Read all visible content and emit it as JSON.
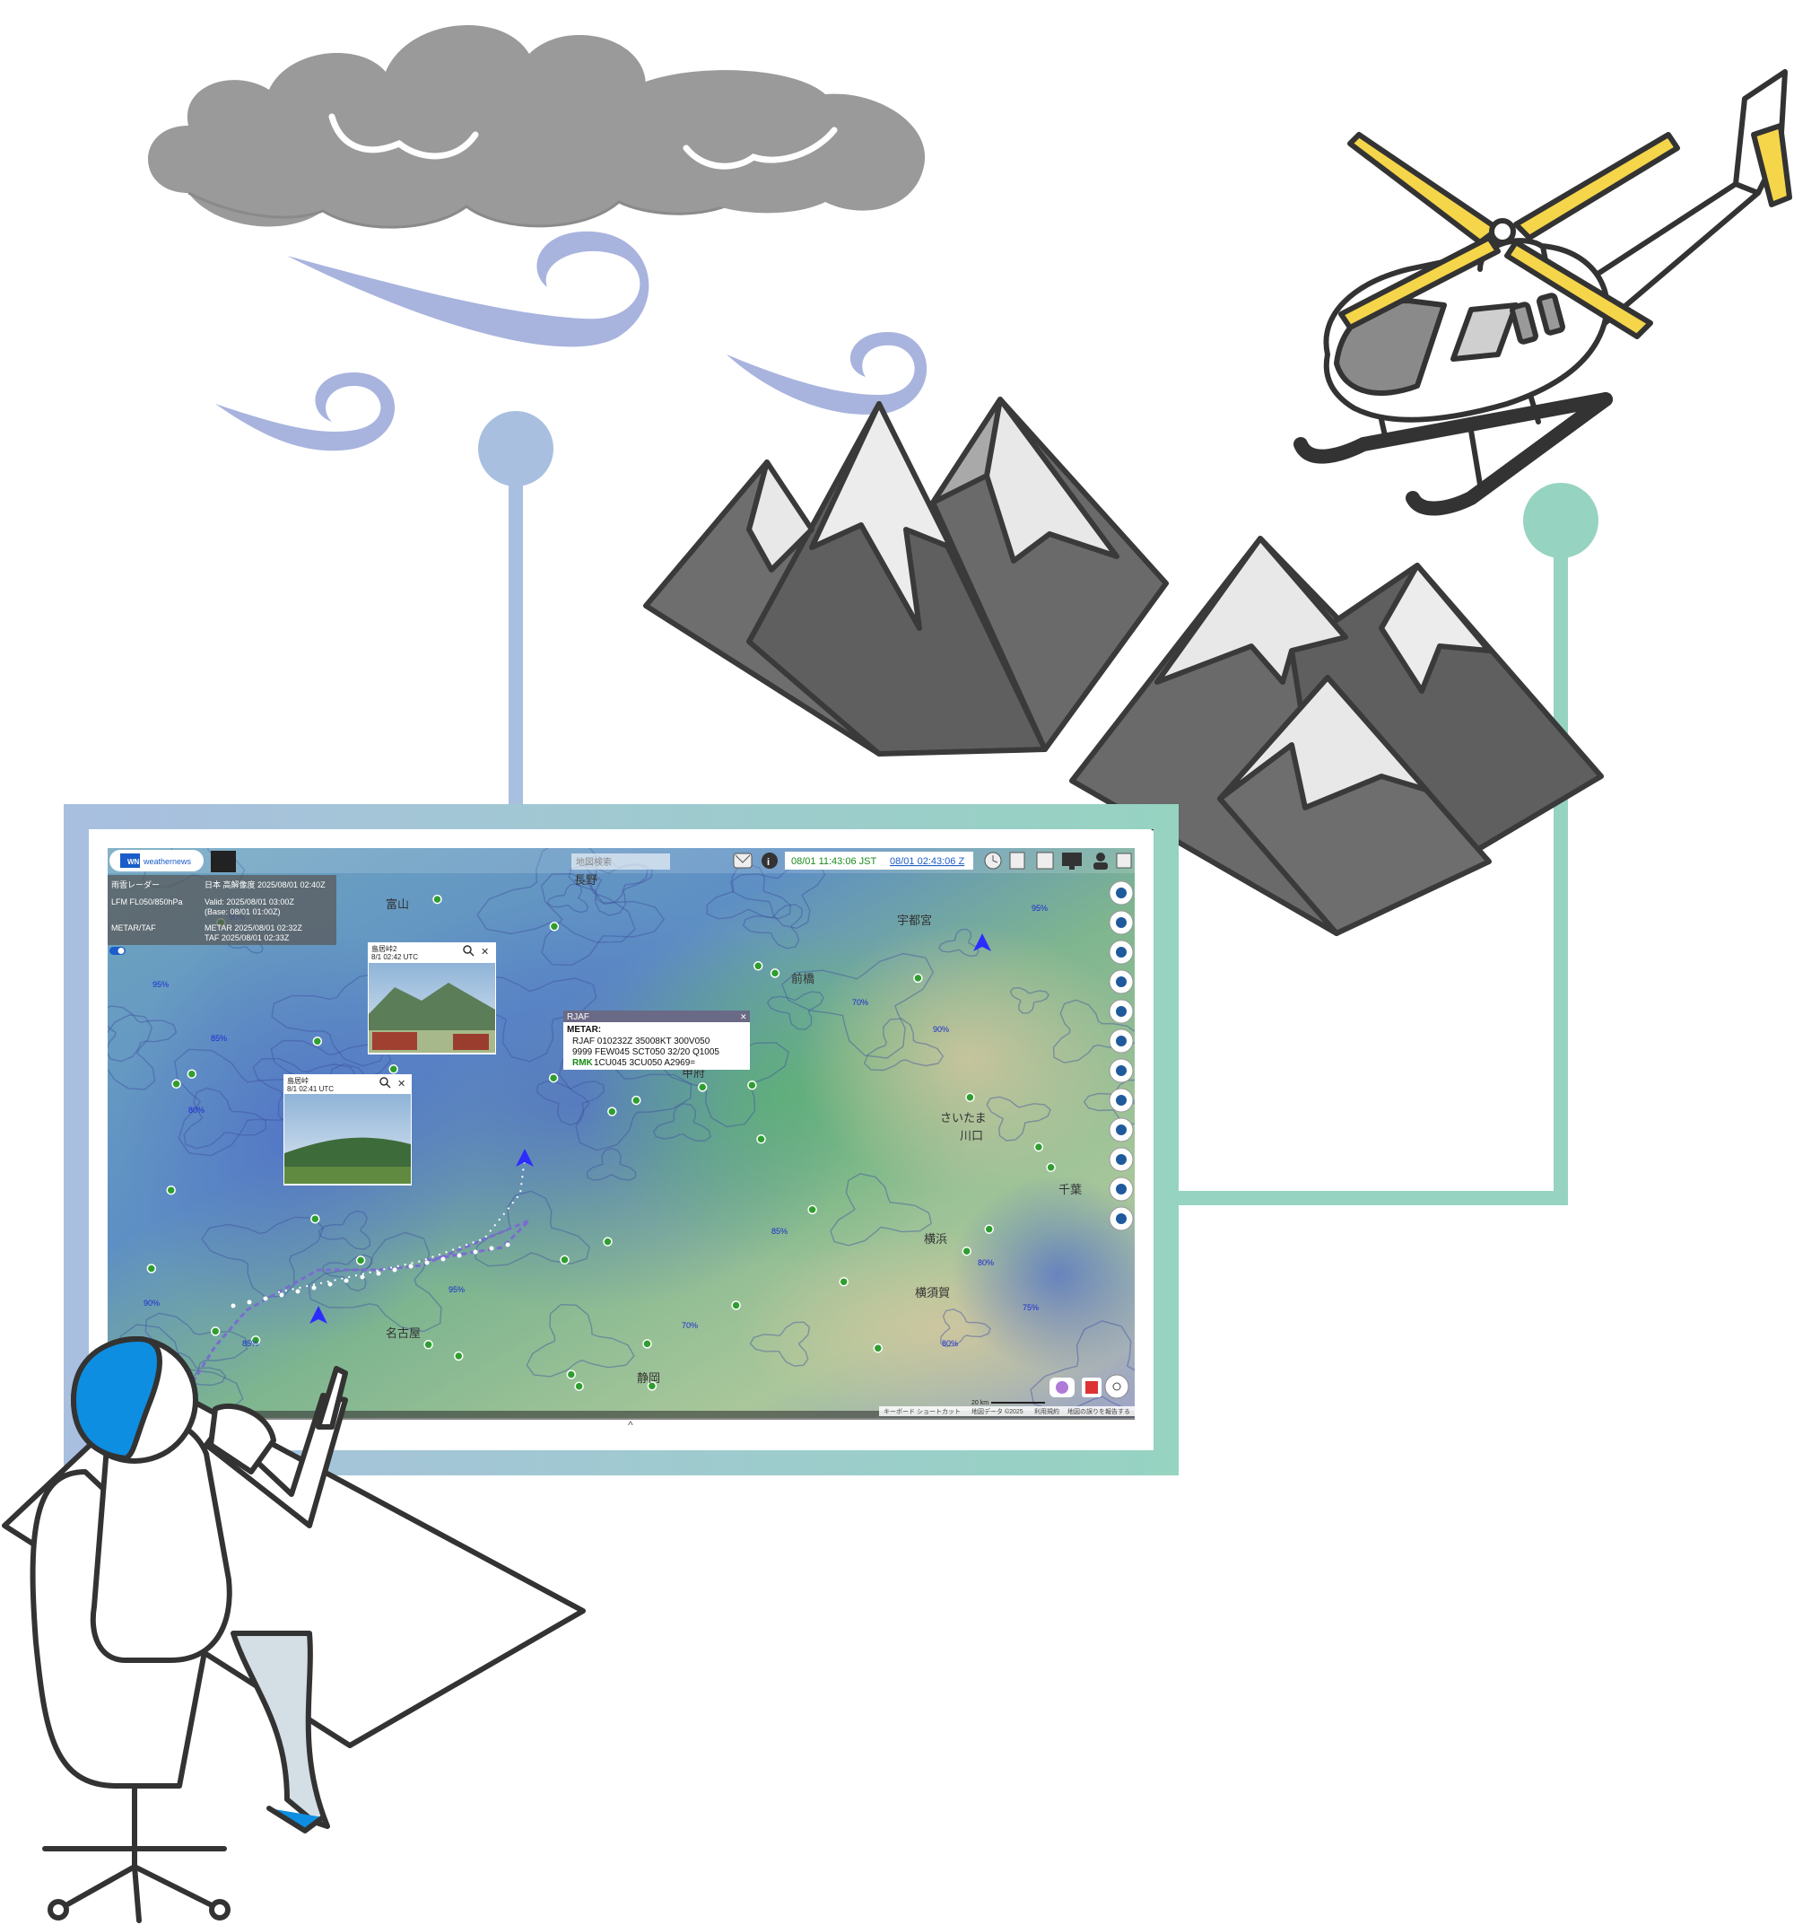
{
  "app": {
    "brand": "weathernews",
    "search_placeholder": "地図検索",
    "time_jst": "08/01 11:43:06 JST",
    "time_utc": "08/01 02:43:06 Z"
  },
  "layers": [
    {
      "name": "雨雲レーダー",
      "info": "日本 高解像度 2025/08/01 02:40Z"
    },
    {
      "name": "LFM FL050/850hPa",
      "info": "Valid: 2025/08/01 03:00Z",
      "info2": "(Base: 08/01 01:00Z)"
    },
    {
      "name": "METAR/TAF",
      "info": "METAR 2025/08/01 02:32Z",
      "info2": "TAF 2025/08/01 02:33Z"
    }
  ],
  "cameras": [
    {
      "title": "島居峠2",
      "time": "8/1 02:42 UTC"
    },
    {
      "title": "島居峠",
      "time": "8/1 02:41 UTC"
    }
  ],
  "metar": {
    "station": "RJAF",
    "label": "METAR:",
    "line1": "RJAF 010232Z 35008KT 300V050",
    "line2": "9999 FEW045 SCT050 32/20 Q1005",
    "rmk_label": "RMK",
    "rmk": "1CU045 3CU050 A2969="
  },
  "map_labels": [
    "長野",
    "富山",
    "前橋",
    "さいたま",
    "千葉",
    "横浜",
    "静岡",
    "名古屋",
    "川口",
    "横須賀",
    "宇都宮",
    "甲府"
  ],
  "percent_labels": [
    "90%",
    "95%",
    "85%",
    "80%",
    "75%",
    "70%"
  ],
  "footer": {
    "scale": "20 km",
    "shortcuts": "キーボード ショートカット",
    "mapdata": "地図データ ©2025",
    "terms": "利用規約",
    "report": "地図の誤りを報告する"
  },
  "colors": {
    "cloud": "#9a9a9a",
    "wind": "#a8b4de",
    "line_left": "#a9bfe0",
    "line_right": "#96d3c1",
    "helicopter_blade": "#f5d54a",
    "operator_helmet": "#0e8ee0",
    "frame_left": "#a9bfe0",
    "frame_right": "#96d3c1"
  }
}
